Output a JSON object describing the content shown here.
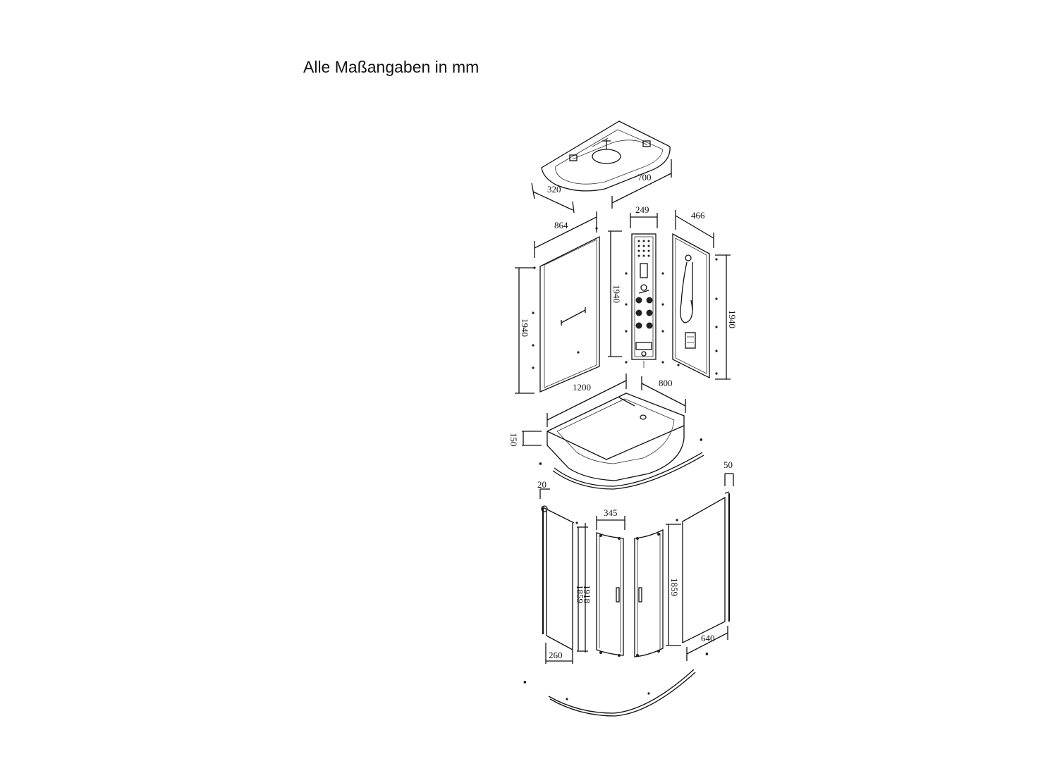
{
  "title": "Alle Maßangaben in mm",
  "dimensions": {
    "roof_depth": "320",
    "roof_width": "700",
    "back_panel_width": "864",
    "back_panel_height": "1940",
    "column_width": "249",
    "column_height": "1940",
    "side_panel_width": "466",
    "side_panel_height": "1940",
    "tray_length": "1200",
    "tray_width": "800",
    "tray_height": "150",
    "profile_depth": "50",
    "profile_width": "20",
    "door_width": "345",
    "fixed_left_height_outer": "1918",
    "fixed_left_height_inner": "1859",
    "fixed_right_height": "1859",
    "fixed_left_width": "260",
    "fixed_right_width": "640"
  }
}
